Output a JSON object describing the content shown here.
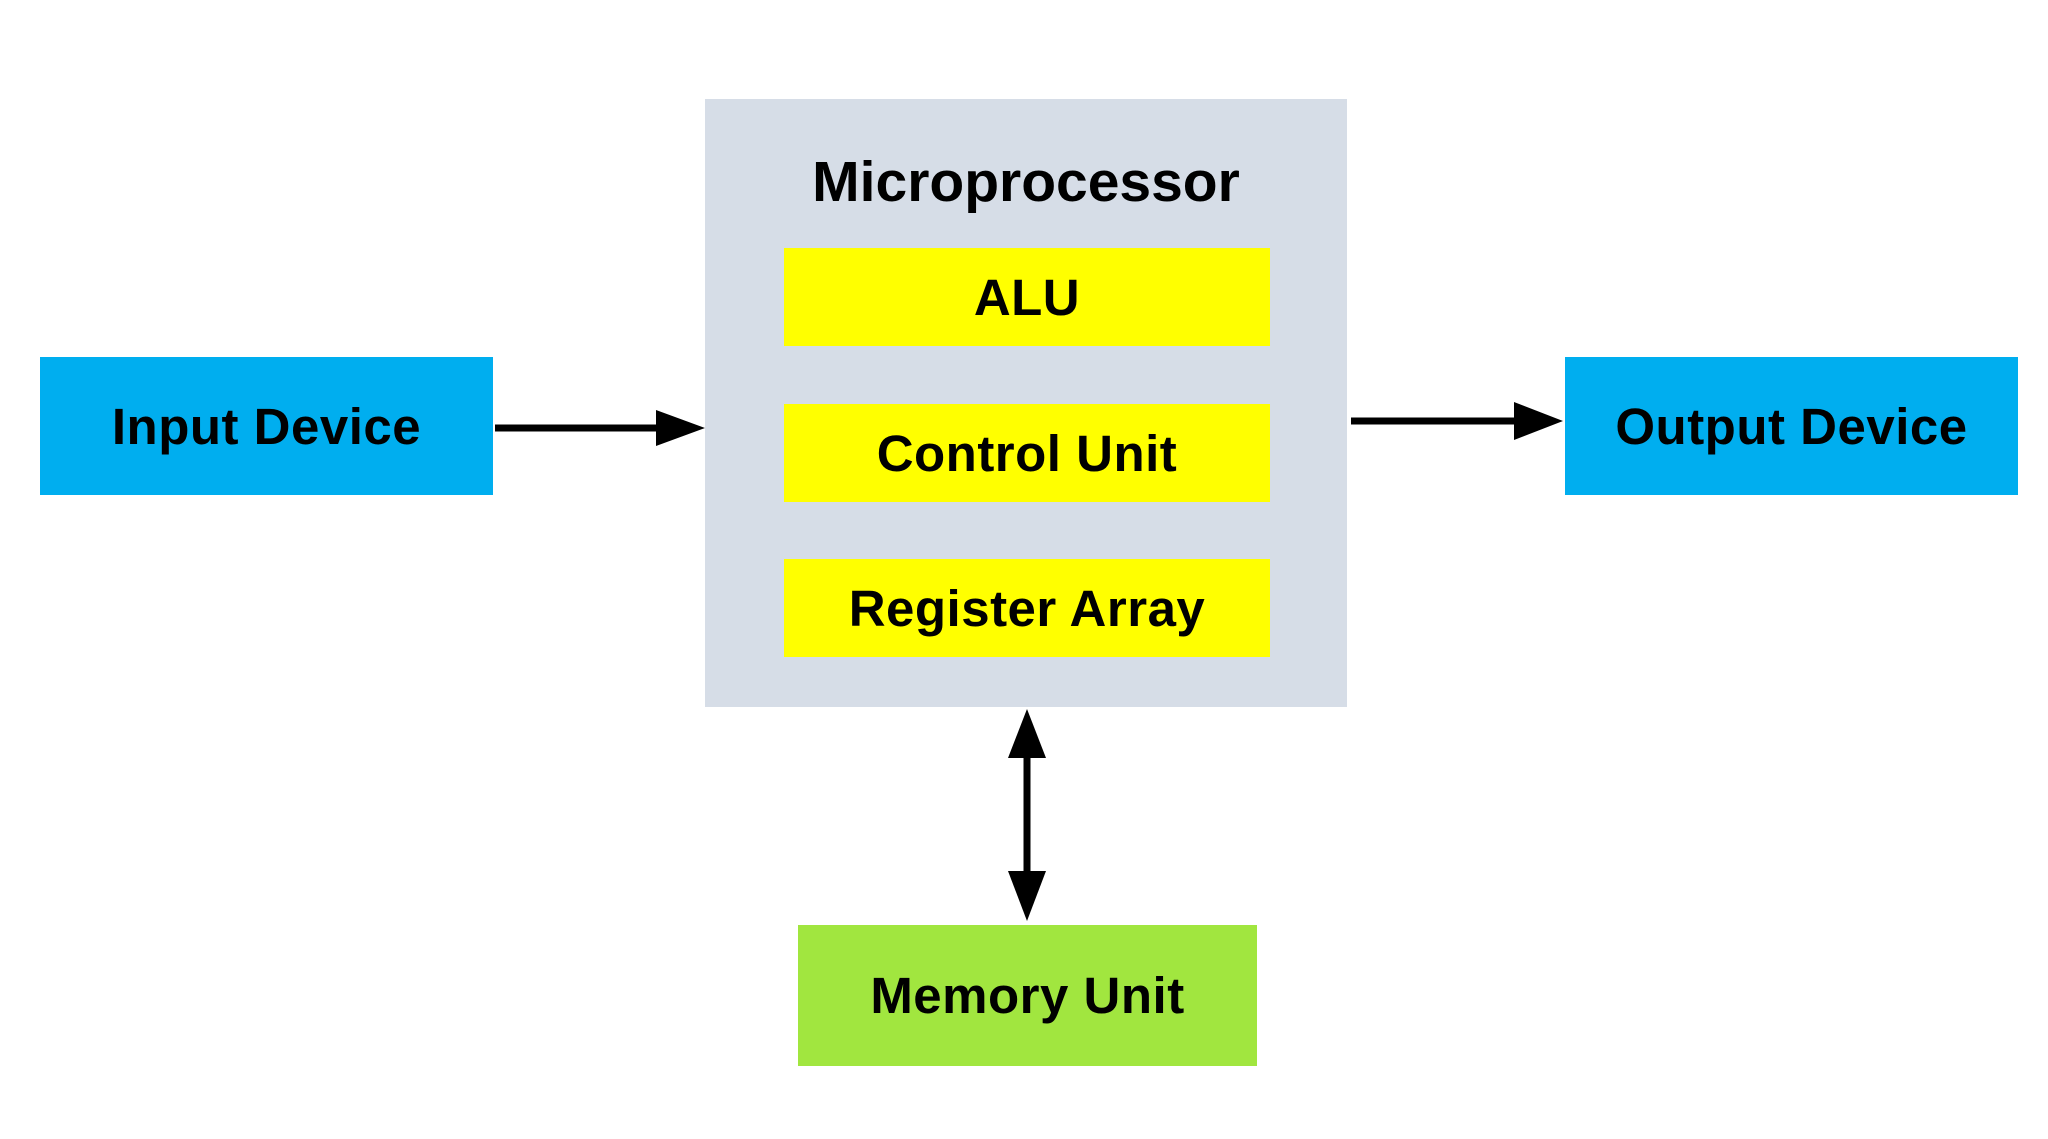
{
  "diagram": {
    "processor": {
      "title": "Microprocessor",
      "components": {
        "alu": "ALU",
        "control": "Control Unit",
        "registers": "Register Array"
      }
    },
    "input": "Input Device",
    "output": "Output Device",
    "memory": "Memory Unit"
  },
  "colors": {
    "processor_bg": "#d6dde7",
    "component_bg": "#ffff00",
    "device_bg": "#00aeef",
    "memory_bg": "#a1e63f",
    "arrow": "#000000"
  }
}
